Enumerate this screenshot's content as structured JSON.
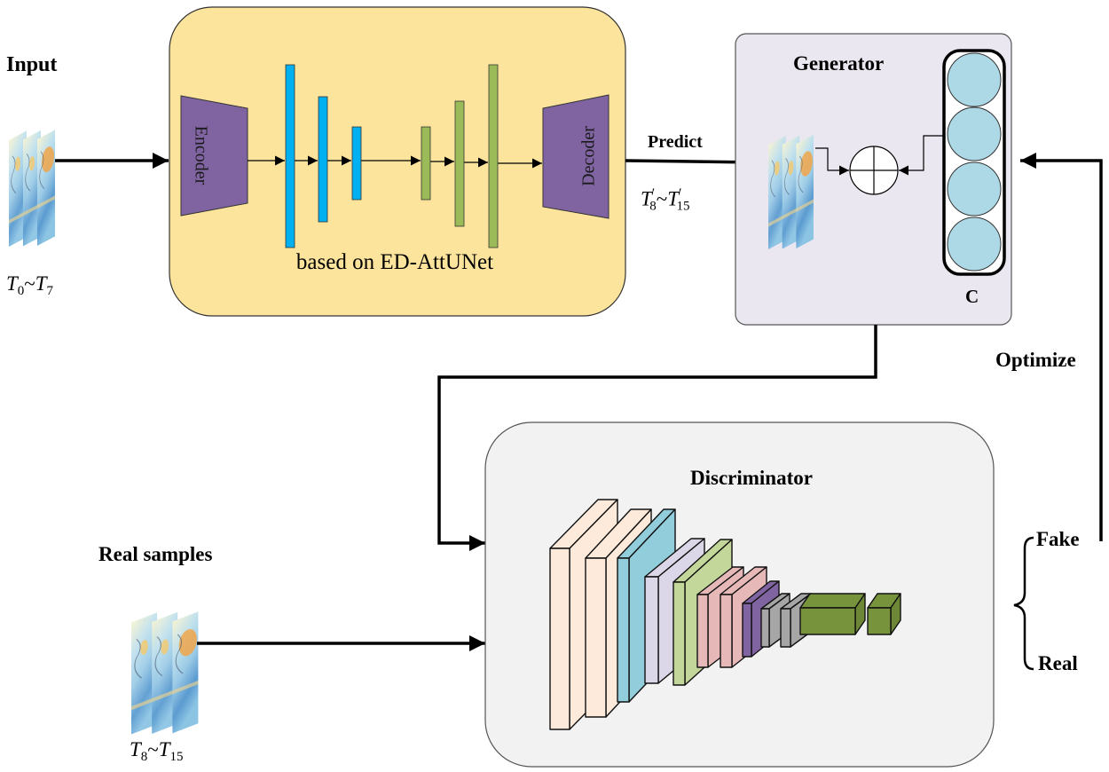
{
  "labels": {
    "input": "Input",
    "input_range": {
      "t": "T",
      "from": "0",
      "to": "7",
      "sep": "~"
    },
    "predict": "Predict",
    "predict_range": {
      "t": "T",
      "from": "8",
      "to": "15",
      "prime": "′",
      "sep": "~"
    },
    "generator": "Generator",
    "c_label": "C",
    "optimize": "Optimize",
    "discriminator": "Discriminator",
    "real_samples": "Real samples",
    "real_range": {
      "t": "T",
      "from": "8",
      "to": "15",
      "sep": "~"
    },
    "fake": "Fake",
    "real": "Real"
  },
  "encoder_block": {
    "caption": "based on ED-AttUNet",
    "encoder_label": "Encoder",
    "decoder_label": "Decoder"
  },
  "colors": {
    "attunet_bg": "#fde49c",
    "generator_bg": "#ebe7f0",
    "discriminator_bg": "#f2f2f2",
    "coder_purple": "#8064a2",
    "encoder_bars": "#00b0f0",
    "decoder_bars": "#9bbb59",
    "c_circles": "#add8e6",
    "layer_peach": "#fdeada",
    "layer_blue": "#92cddc",
    "layer_lavender": "#dcd7e8",
    "layer_green": "#c4d79b",
    "layer_pink": "#e6b8b7",
    "layer_purple": "#8064a2",
    "layer_gray": "#a6a6a6",
    "layer_olive": "#77933c"
  },
  "discriminator_layers": [
    "peach",
    "peach",
    "blue",
    "lavender",
    "green",
    "pink",
    "pink",
    "purple",
    "gray",
    "gray",
    "olive-wide",
    "olive-small"
  ],
  "c_stack_count": 4
}
